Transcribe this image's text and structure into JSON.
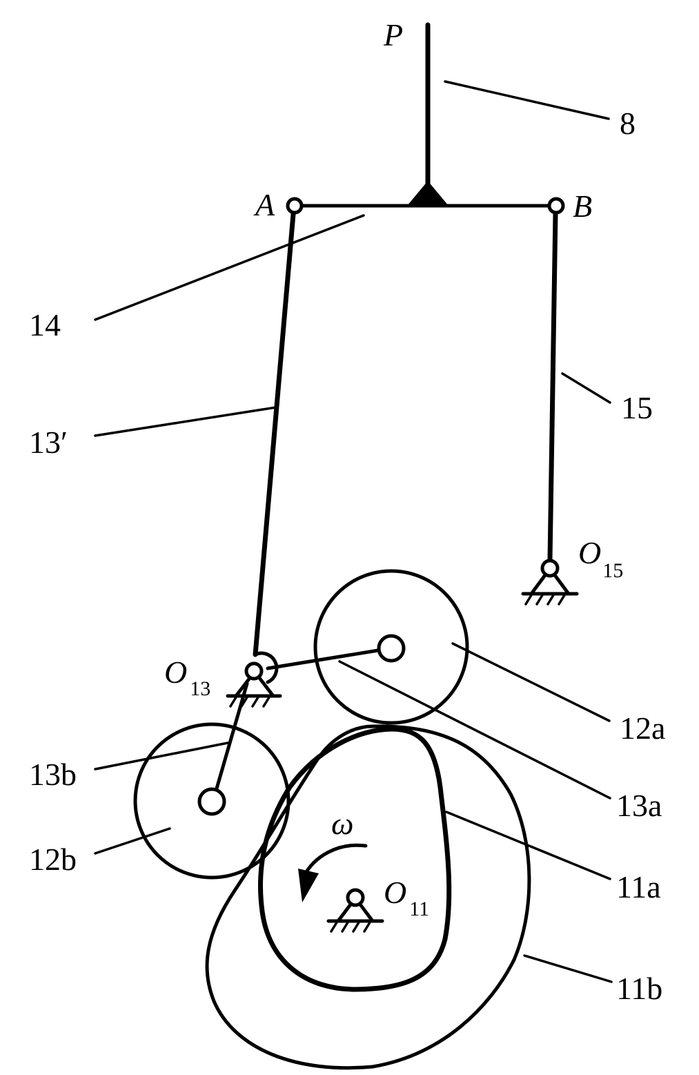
{
  "diagram": {
    "colors": {
      "ink": "#000000",
      "background": "#ffffff"
    },
    "points": {
      "P": "P",
      "A": "A",
      "B": "B",
      "O15": {
        "base": "O",
        "sub": "15"
      },
      "O13": {
        "base": "O",
        "sub": "13"
      },
      "O11": {
        "base": "O",
        "sub": "11"
      }
    },
    "rotation_symbol": "ω",
    "parts": [
      {
        "id": "8",
        "label": "8"
      },
      {
        "id": "14",
        "label": "14"
      },
      {
        "id": "13prime",
        "label": "13′"
      },
      {
        "id": "15",
        "label": "15"
      },
      {
        "id": "12a",
        "label": "12a"
      },
      {
        "id": "13a",
        "label": "13a"
      },
      {
        "id": "13b",
        "label": "13b"
      },
      {
        "id": "12b",
        "label": "12b"
      },
      {
        "id": "11a",
        "label": "11a"
      },
      {
        "id": "11b",
        "label": "11b"
      }
    ]
  }
}
